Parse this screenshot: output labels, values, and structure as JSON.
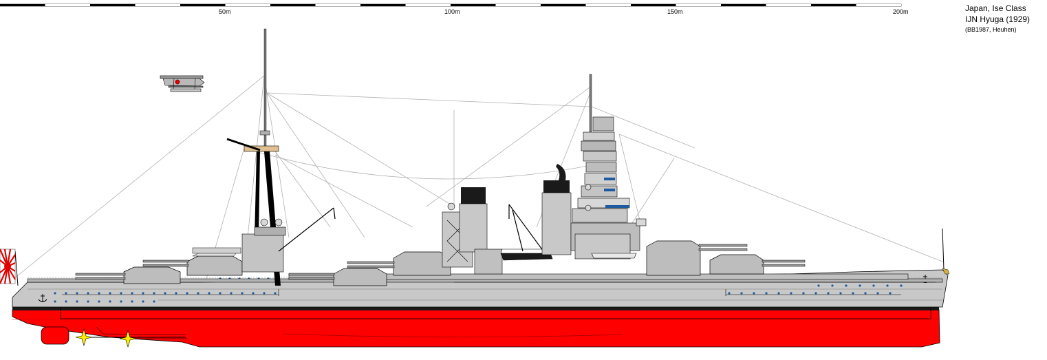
{
  "scale_bar": {
    "labels": [
      "50m",
      "100m",
      "150m",
      "200m"
    ]
  },
  "info": {
    "line1": "Japan, Ise Class",
    "line2": "IJN Hyuga (1929)",
    "line3": "(BB1987, Heuhen)"
  },
  "colors": {
    "hull_red": "#ff0000",
    "hull_grey": "#c8c8c8",
    "deck_grey": "#b4b4b4",
    "dark": "#000000",
    "porthole_blue": "#1e5aa0",
    "rigging": "#b0b0b0",
    "flag_red": "#e00000",
    "prop_yellow": "#ffee00"
  },
  "icons": {
    "ship": "battleship-profile-icon",
    "aircraft": "floatplane-icon",
    "flag": "rising-sun-flag-icon",
    "anchor": "anchor-icon",
    "propeller": "propeller-icon"
  }
}
